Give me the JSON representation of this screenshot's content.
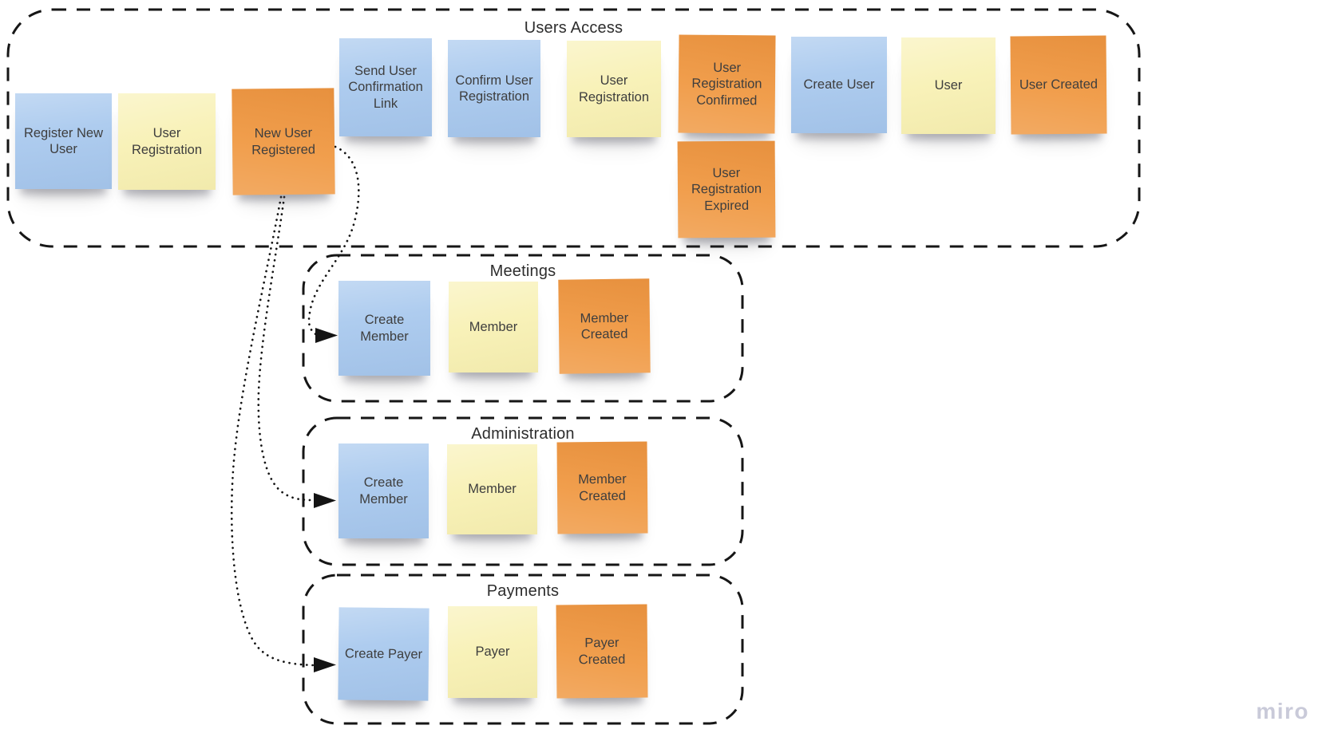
{
  "board": {
    "type": "miro-whiteboard-event-storming",
    "watermark": {
      "label": "miro"
    },
    "colors": {
      "sticky_blue": "#a9c9ee",
      "sticky_yellow": "#f8f1b5",
      "sticky_orange": "#f09a45",
      "sticky_text": "#3e3e3e",
      "frame_border": "#161616",
      "title_color": "#2d2d2d",
      "watermark_color": "#c9cad9"
    }
  },
  "groups": [
    {
      "title": "Users Access",
      "stickies": [
        {
          "label": "Register New User",
          "color": "blue"
        },
        {
          "label": "User Registration",
          "color": "yellow"
        },
        {
          "label": "New User Registered",
          "color": "orange"
        },
        {
          "label": "Send User Confirmation Link",
          "color": "blue"
        },
        {
          "label": "Confirm User Registration",
          "color": "blue"
        },
        {
          "label": "User Registration",
          "color": "yellow"
        },
        {
          "label": "User Registration Confirmed",
          "color": "orange"
        },
        {
          "label": "User Registration Expired",
          "color": "orange"
        },
        {
          "label": "Create User",
          "color": "blue"
        },
        {
          "label": "User",
          "color": "yellow"
        },
        {
          "label": "User Created",
          "color": "orange"
        }
      ]
    },
    {
      "title": "Meetings",
      "stickies": [
        {
          "label": "Create Member",
          "color": "blue"
        },
        {
          "label": "Member",
          "color": "yellow"
        },
        {
          "label": "Member Created",
          "color": "orange"
        }
      ]
    },
    {
      "title": "Administration",
      "stickies": [
        {
          "label": "Create Member",
          "color": "blue"
        },
        {
          "label": "Member",
          "color": "yellow"
        },
        {
          "label": "Member Created",
          "color": "orange"
        }
      ]
    },
    {
      "title": "Payments",
      "stickies": [
        {
          "label": "Create Payer",
          "color": "blue"
        },
        {
          "label": "Payer",
          "color": "yellow"
        },
        {
          "label": "Payer Created",
          "color": "orange"
        }
      ]
    }
  ],
  "connectors": [
    {
      "from": "New User Registered",
      "to": "Create Member",
      "to_group": "Meetings",
      "line_style": "dotted",
      "arrow": "filled-triangle"
    },
    {
      "from": "New User Registered",
      "to": "Create Member",
      "to_group": "Administration",
      "line_style": "dotted",
      "arrow": "filled-triangle"
    },
    {
      "from": "New User Registered",
      "to": "Create Payer",
      "to_group": "Payments",
      "line_style": "dotted",
      "arrow": "filled-triangle"
    }
  ]
}
